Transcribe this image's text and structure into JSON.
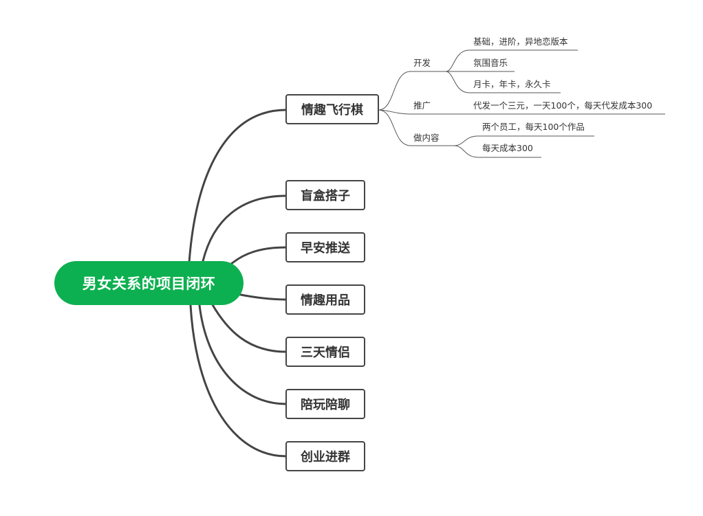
{
  "root": {
    "label": "男女关系的项目闭环"
  },
  "branches": [
    {
      "label": "情趣飞行棋",
      "children": [
        {
          "label": "开发",
          "children": [
            {
              "label": "基础，进阶，异地恋版本"
            },
            {
              "label": "氛围音乐"
            },
            {
              "label": "月卡，年卡，永久卡"
            }
          ]
        },
        {
          "label": "推广",
          "children": [
            {
              "label": "代发一个三元，一天100个，每天代发成本300"
            }
          ]
        },
        {
          "label": "做内容",
          "children": [
            {
              "label": "两个员工，每天100个作品"
            },
            {
              "label": "每天成本300"
            }
          ]
        }
      ]
    },
    {
      "label": "盲盒搭子"
    },
    {
      "label": "早安推送"
    },
    {
      "label": "情趣用品"
    },
    {
      "label": "三天情侣"
    },
    {
      "label": "陪玩陪聊"
    },
    {
      "label": "创业进群"
    }
  ],
  "colors": {
    "root_fill": "#0db050",
    "line": "#444444",
    "thin_line": "#555555"
  }
}
